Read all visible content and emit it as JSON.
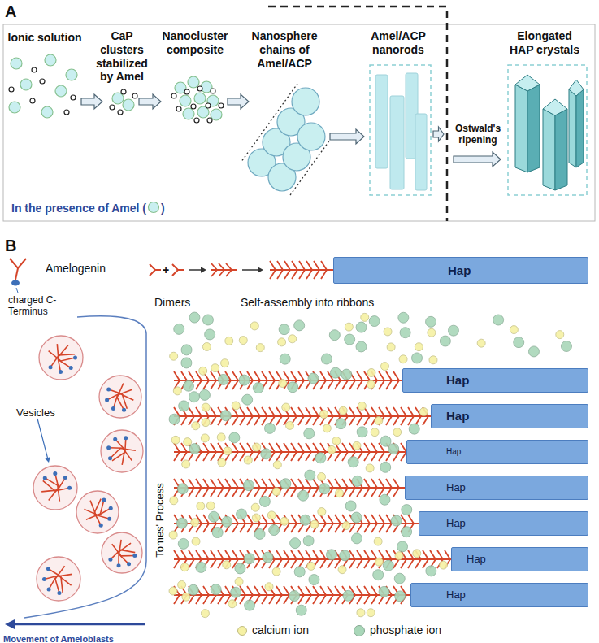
{
  "diagram": {
    "nodes": [
      {
        "text": [
          "Hap"
        ]
      },
      {
        "text": [
          "Hap"
        ]
      },
      {
        "text": [
          "Hap"
        ]
      },
      {
        "text": [
          "Hap"
        ]
      },
      {
        "text": [
          "Hap"
        ]
      },
      {
        "text": [
          "Hap"
        ]
      },
      {
        "text": [
          "Hap"
        ]
      },
      {
        "text": [
          "Hap"
        ]
      }
    ],
    "labels": [
      "A",
      "Ionic solution",
      "CaP clusters stabilized by Amel",
      "Nanocluster composite",
      "Nanosphere chains of Amel/ACP",
      "Amel/ACP nanorods",
      "Ostwald's ripening",
      "Elongated HAP crystals",
      "In the presence of Amel (",
      ")",
      "B",
      "Amelogenin",
      "charged C-Terminus",
      "+",
      "Dimers",
      "Self-assembly into ribbons",
      "Vesicles",
      "Tomes' Process",
      "Movement of Ameloblasts"
    ],
    "legend": [
      {
        "text": "calcium ion",
        "color": "#f6f1a4"
      },
      {
        "text": "phosphate ion",
        "color": "#a9d7b9"
      }
    ]
  }
}
